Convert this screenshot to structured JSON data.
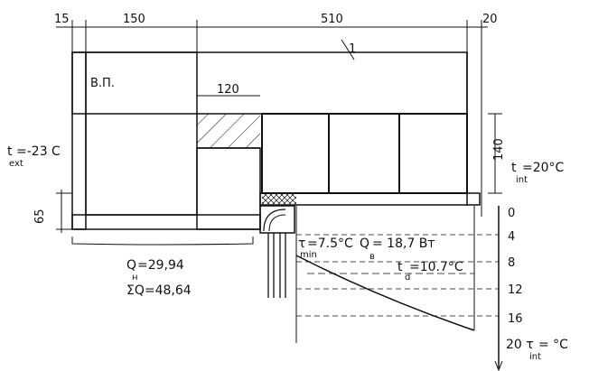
{
  "dimensions_top": [
    "15",
    "150",
    "510",
    "20"
  ],
  "labels": {
    "vp": "В.П.",
    "dim_120": "120",
    "dim_140": "140",
    "dim_65": "65",
    "marker_1": "1"
  },
  "t_ext": {
    "main": "t",
    "value": "=-23 C",
    "sub": "ext"
  },
  "t_int": {
    "main": "t",
    "value": "=20°C",
    "sub": "int"
  },
  "tau_min": {
    "main": "τ",
    "value": "=7.5°C",
    "sub": "min"
  },
  "q_b": {
    "main": "Q",
    "value": "= 18,7 Вт",
    "sub": "в"
  },
  "t_d": {
    "main": "t",
    "value": "=10.7°C",
    "sub": "d"
  },
  "q_n": {
    "main": "Q",
    "value": "=29,94",
    "sub": "н"
  },
  "sum_q": "ΣQ=48,64",
  "scale_ticks": [
    "0",
    "4",
    "8",
    "12",
    "16",
    "20"
  ],
  "tau_int": {
    "main": "20 τ",
    "value": "= °C",
    "sub": "int"
  },
  "colors": {
    "ink": "#111111",
    "paper": "#ffffff"
  }
}
